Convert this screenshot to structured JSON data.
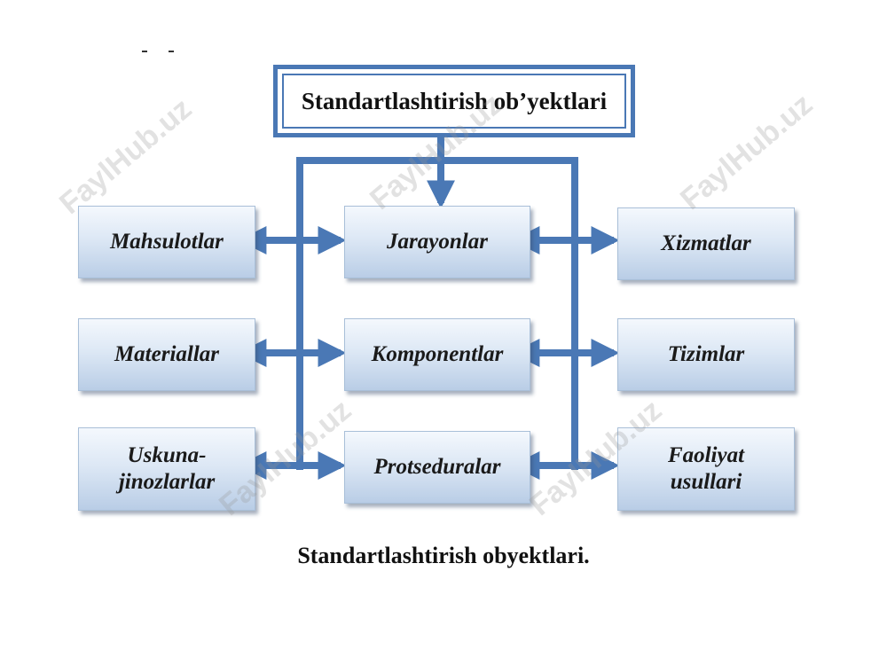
{
  "title": "Standartlashtirish ob’yektlari",
  "left_column": [
    "Mahsulotlar",
    "Materiallar",
    "Uskuna-\njinozlarlar"
  ],
  "center_column": [
    "Jarayonlar",
    "Komponentlar",
    "Protseduralar"
  ],
  "right_column": [
    "Xizmatlar",
    "Tizimlar",
    "Faoliyat\nusullari"
  ],
  "caption": "Standartlashtirish obyektlari.",
  "watermark_text": "FaylHub.uz",
  "colors": {
    "connector": "#4a78b5",
    "box_top": "#f4f8fd",
    "box_bottom": "#b9cde6"
  }
}
